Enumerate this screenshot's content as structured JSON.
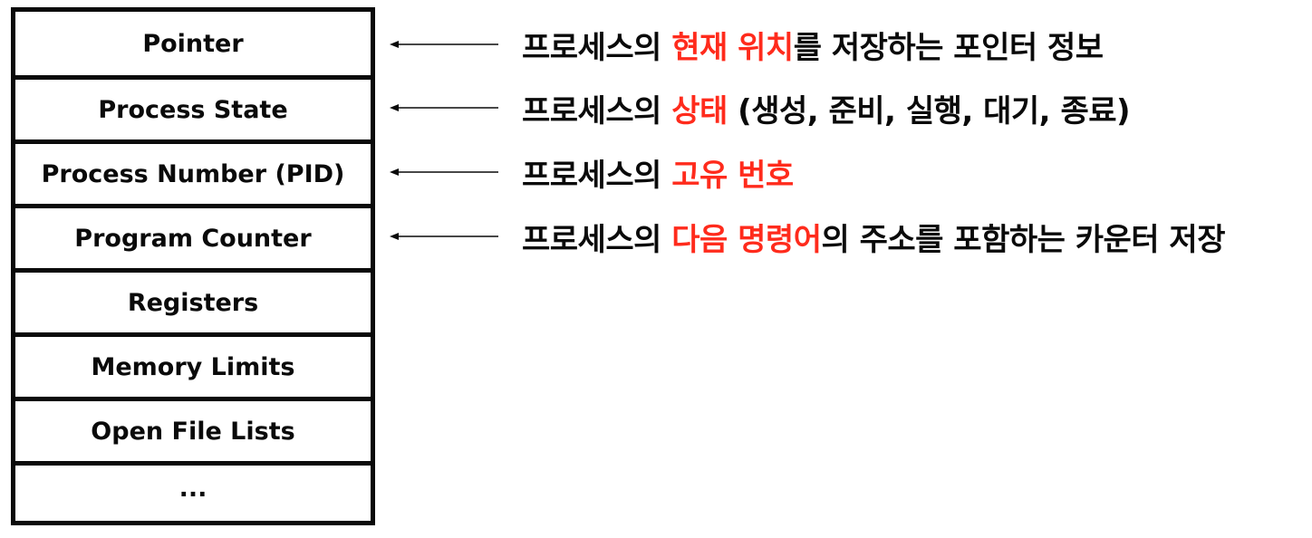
{
  "pcb": {
    "fields": [
      "Pointer",
      "Process State",
      "Process Number (PID)",
      "Program Counter",
      "Registers",
      "Memory Limits",
      "Open File Lists",
      "..."
    ]
  },
  "annotations": [
    {
      "prefix": "프로세스의 ",
      "highlight": "현재 위치",
      "suffix": "를 저장하는 포인터 정보"
    },
    {
      "prefix": "프로세스의 ",
      "highlight": "상태",
      "suffix": " (생성, 준비, 실행, 대기, 종료)"
    },
    {
      "prefix": "프로세스의 ",
      "highlight": "고유 번호",
      "suffix": ""
    },
    {
      "prefix": "프로세스의 ",
      "highlight": "다음 명령어",
      "suffix": "의 주소를 포함하는 카운터 저장"
    }
  ],
  "colors": {
    "ink": "#0a0a0a",
    "highlight": "#ff2b1c",
    "background": "#ffffff"
  },
  "icons": {
    "arrow": "left-arrow-icon"
  }
}
